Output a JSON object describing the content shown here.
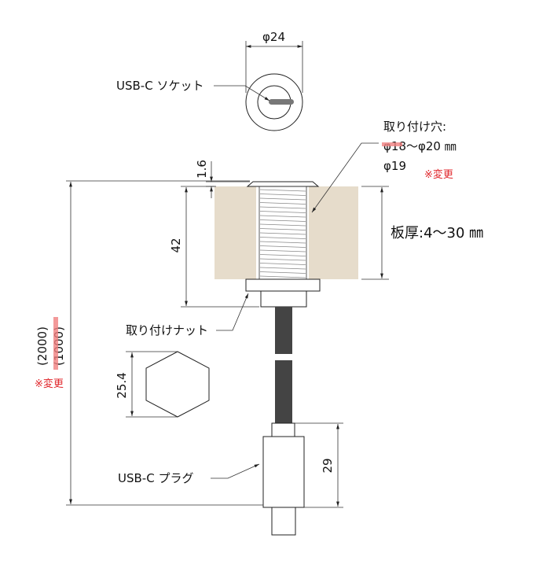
{
  "socket": {
    "label": "USB-C ソケット",
    "diameter": "φ24"
  },
  "hole": {
    "title": "取り付け穴:",
    "old_diameter": "φ18",
    "range_rest": "～φ20 ㎜",
    "new_diameter": "φ19",
    "change_note": "※変更"
  },
  "board": {
    "thickness_label": "板厚:4～30 ㎜",
    "color": "#e6dccb"
  },
  "dims": {
    "flange": "1.6",
    "thread_length": "42",
    "hex": "25.4",
    "plug": "29"
  },
  "cable": {
    "length_new": "(2000)",
    "length_old": "(1000)",
    "change_note": "※変更"
  },
  "nut": {
    "label": "取り付けナット"
  },
  "plug": {
    "label": "USB-C プラグ"
  },
  "colors": {
    "strike": "#f08080",
    "note": "#e0262b",
    "cable": "#444444"
  }
}
